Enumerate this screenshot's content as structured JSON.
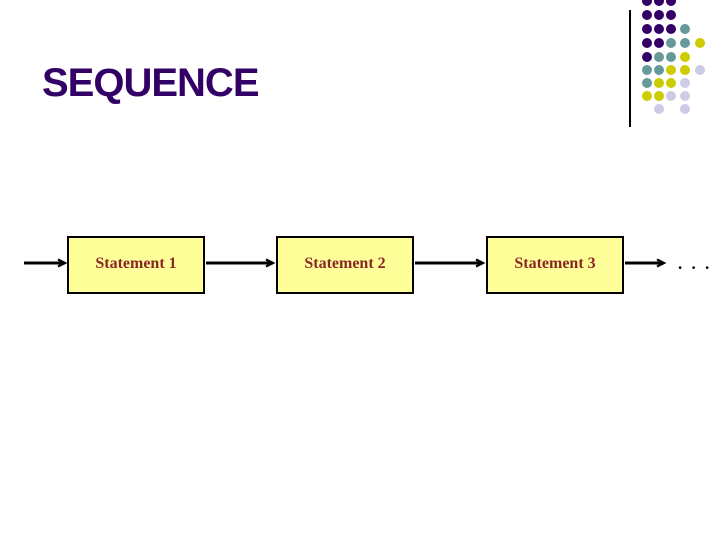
{
  "slide": {
    "title": "SEQUENCE",
    "title_color": "#330066",
    "background_color": "#FFFFFF"
  },
  "flow": {
    "boxes": [
      {
        "label": "Statement 1"
      },
      {
        "label": "Statement 2"
      },
      {
        "label": "Statement 3"
      }
    ],
    "ellipsis": ". . .",
    "box_fill_color": "#FFFF99",
    "box_border_color": "#000000",
    "label_color": "#8B2626",
    "arrow_color": "#000000"
  },
  "decor": {
    "divider_color": "#000000",
    "dot_grid": [
      "PPP..",
      "PPP..",
      "PPPT.",
      "PPTTY",
      "PTTY.",
      "TTYYL",
      "TYYL.",
      "YYLL.",
      ".L.L."
    ],
    "dot_colors": {
      "P": "#330066",
      "T": "#669999",
      "Y": "#CCCC00",
      "L": "#CCCCE6"
    }
  }
}
